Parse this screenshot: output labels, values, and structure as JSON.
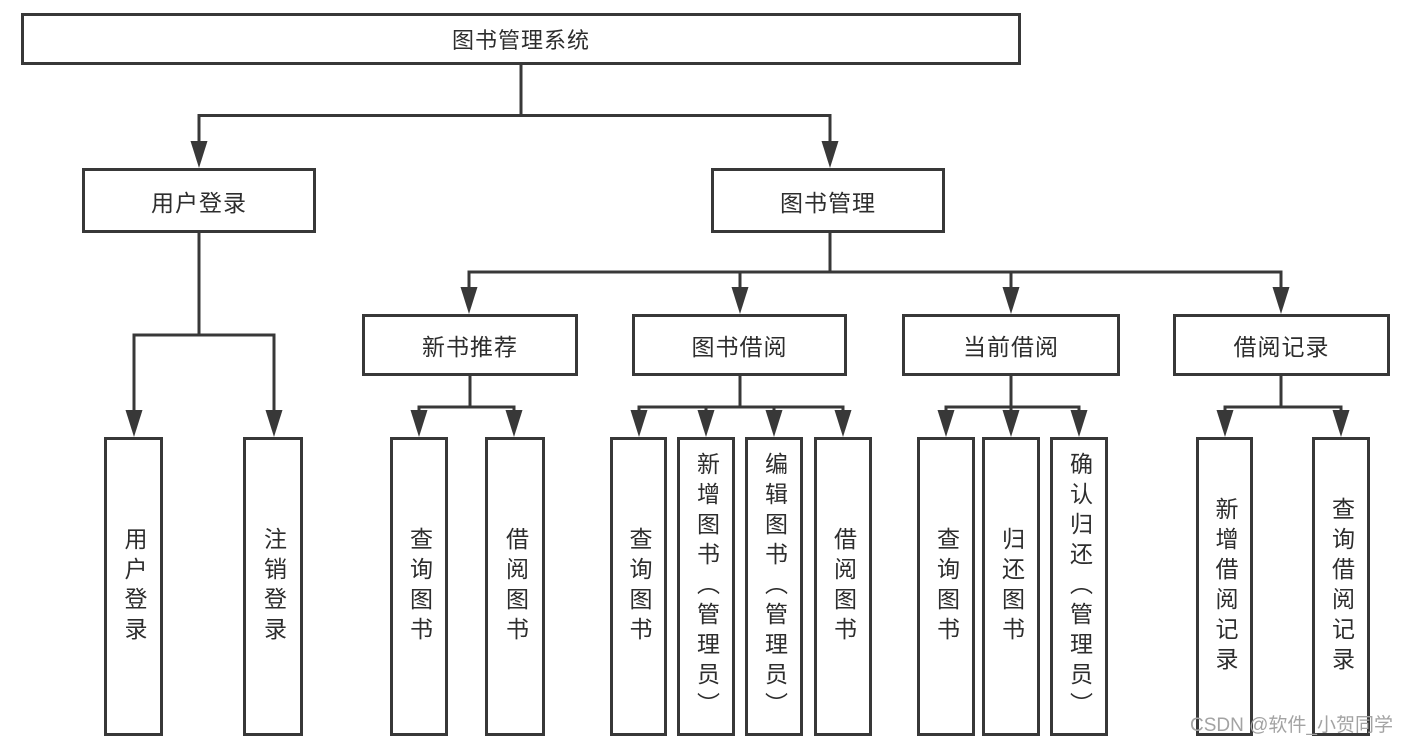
{
  "tree": {
    "label": "图书管理系统",
    "children": [
      {
        "label": "用户登录",
        "children": [
          {
            "label": "用户登录"
          },
          {
            "label": "注销登录"
          }
        ]
      },
      {
        "label": "图书管理",
        "children": [
          {
            "label": "新书推荐",
            "children": [
              {
                "label": "查询图书"
              },
              {
                "label": "借阅图书"
              }
            ]
          },
          {
            "label": "图书借阅",
            "children": [
              {
                "label": "查询图书"
              },
              {
                "label": "新增图书（管理员）"
              },
              {
                "label": "编辑图书（管理员）"
              },
              {
                "label": "借阅图书"
              }
            ]
          },
          {
            "label": "当前借阅",
            "children": [
              {
                "label": "查询图书"
              },
              {
                "label": "归还图书"
              },
              {
                "label": "确认归还（管理员）"
              }
            ]
          },
          {
            "label": "借阅记录",
            "children": [
              {
                "label": "新增借阅记录"
              },
              {
                "label": "查询借阅记录"
              }
            ]
          }
        ]
      }
    ]
  },
  "watermark": "CSDN @软件_小贺同学",
  "colors": {
    "line": "#383838",
    "box_border": "#383838",
    "text": "#2d2d2d",
    "box_background": "#ffffff",
    "watermark_text": "#a3a3a3",
    "page_background": "#ffffff"
  }
}
